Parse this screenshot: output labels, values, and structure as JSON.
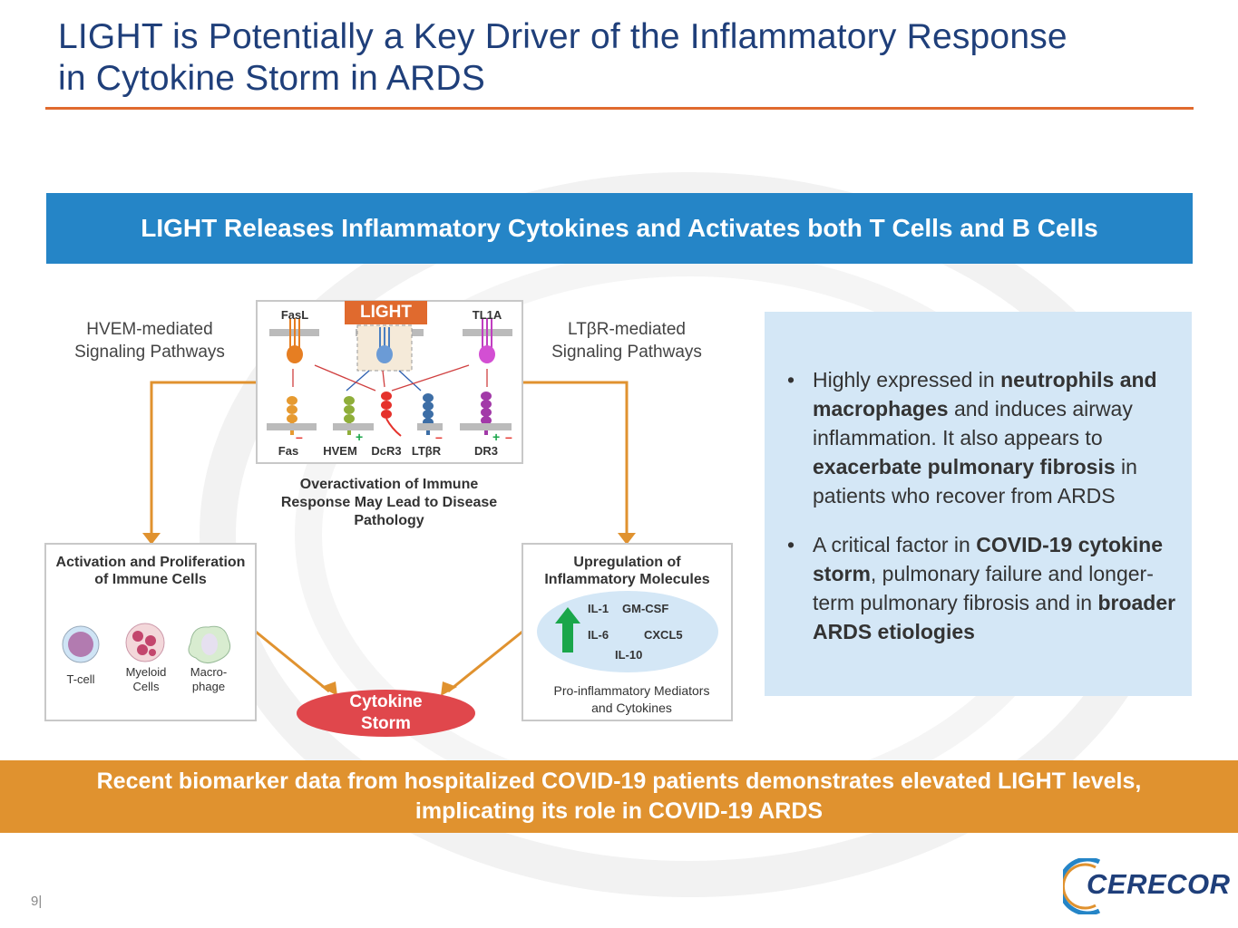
{
  "title": {
    "line1": "LIGHT is Potentially a Key Driver of the Inflammatory Response",
    "line2": "in Cytokine Storm in ARDS"
  },
  "banner": "LIGHT Releases Inflammatory Cytokines and Activates both T Cells and B Cells",
  "hvem_label": {
    "line1": "HVEM-mediated",
    "line2": "Signaling Pathways"
  },
  "ltbr_label": {
    "line1": "LTβR-mediated",
    "line2": "Signaling Pathways"
  },
  "ligands": {
    "fasl": "FasL",
    "light": "LIGHT",
    "tl1a": "TL1A"
  },
  "receptors": {
    "fas": "Fas",
    "hvem": "HVEM",
    "dcr3": "DcR3",
    "ltbr": "LTβR",
    "dr3": "DR3"
  },
  "overactivation": {
    "line1": "Overactivation of Immune",
    "line2": "Response May Lead to Disease",
    "line3": "Pathology"
  },
  "left_panel": {
    "title1": "Activation and Proliferation",
    "title2": "of Immune Cells",
    "tcell": "T-cell",
    "myeloid1": "Myeloid",
    "myeloid2": "Cells",
    "macro1": "Macro-",
    "macro2": "phage"
  },
  "right_panel": {
    "title1": "Upregulation of",
    "title2": "Inflammatory Molecules",
    "il1": "IL-1",
    "gmcsf": "GM-CSF",
    "il6": "IL-6",
    "cxcl5": "CXCL5",
    "il10": "IL-10",
    "caption1": "Pro-inflammatory Mediators",
    "caption2": "and Cytokines"
  },
  "storm": {
    "line1": "Cytokine",
    "line2": "Storm"
  },
  "bullets": {
    "b1": {
      "t1": "Highly expressed in ",
      "b1": "neutrophils and macrophages",
      "t2": " and induces airway inflammation. It also appears to ",
      "b2": "exacerbate pulmonary fibrosis",
      "t3": " in patients who recover from ARDS"
    },
    "b2": {
      "t1": "A critical factor in ",
      "b1": "COVID-19 cytokine storm",
      "t2": ", pulmonary failure and longer-term pulmonary fibrosis and in ",
      "b2": "broader ARDS etiologies"
    }
  },
  "footer": {
    "line1": "Recent biomarker data from hospitalized COVID-19 patients demonstrates elevated LIGHT levels,",
    "line2": "implicating its role in COVID-19 ARDS"
  },
  "page_number": "9|",
  "logo": "CERECOR",
  "colors": {
    "title": "#1f3f7a",
    "accent_orange": "#e06a2e",
    "banner_blue": "#2585c7",
    "footer_orange": "#e0922f",
    "info_bg": "#d4e7f6",
    "storm_red": "#e0474c",
    "arrow_orange": "#e0922f",
    "up_arrow_green": "#1aa64a"
  }
}
